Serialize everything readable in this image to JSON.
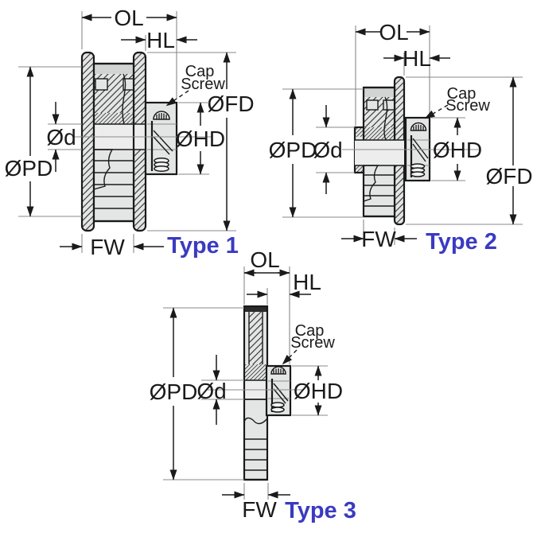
{
  "figures": [
    {
      "caption": "Type 1",
      "dims": {
        "ol": "OL",
        "hl": "HL",
        "fd": "ØFD",
        "hd": "ØHD",
        "d": "Ød",
        "pd": "ØPD",
        "fw": "FW"
      },
      "cap_screw": {
        "line1": "Cap",
        "line2": "Screw"
      }
    },
    {
      "caption": "Type 2",
      "dims": {
        "ol": "OL",
        "hl": "HL",
        "fd": "ØFD",
        "hd": "ØHD",
        "d": "Ød",
        "pd": "ØPD",
        "fw": "FW"
      },
      "cap_screw": {
        "line1": "Cap",
        "line2": "Screw"
      }
    },
    {
      "caption": "Type 3",
      "dims": {
        "ol": "OL",
        "hl": "HL",
        "hd": "ØHD",
        "d": "Ød",
        "pd": "ØPD",
        "fw": "FW"
      },
      "cap_screw": {
        "line1": "Cap",
        "line2": "Screw"
      }
    }
  ],
  "colors": {
    "outline": "#1a1a1a",
    "dimension": "#1a1a1a",
    "extension": "#8a8a8a",
    "metal_fill": "#e4e6e5",
    "band_fill": "#d2d4d3",
    "dark_band": "#2b2b2b",
    "bore_fill": "#ededed",
    "hatch": "#3a3a3a",
    "type_label_blue": "#3a3ac2",
    "background": "#ffffff"
  }
}
